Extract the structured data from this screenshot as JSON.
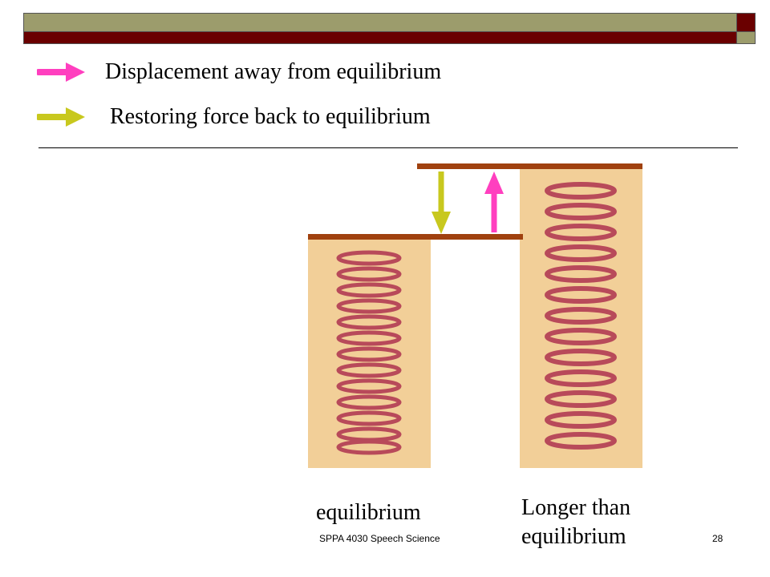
{
  "colors": {
    "olive": "#9c9c6c",
    "maroon": "#6a0000",
    "plate": "#a0410f",
    "pink_arrow": "#ff3fbf",
    "yellow_arrow": "#c8c81e",
    "spring_bg": "#f2cf98",
    "coil": "#b84a5a"
  },
  "legend": {
    "displacement": "Displacement away from equilibrium",
    "restoring": "Restoring force back to equilibrium"
  },
  "captions": {
    "equilibrium": "equilibrium",
    "longer_line1": "Longer than",
    "longer_line2": "equilibrium"
  },
  "footer": {
    "course": "SPPA 4030 Speech Science",
    "page_number": "28"
  }
}
